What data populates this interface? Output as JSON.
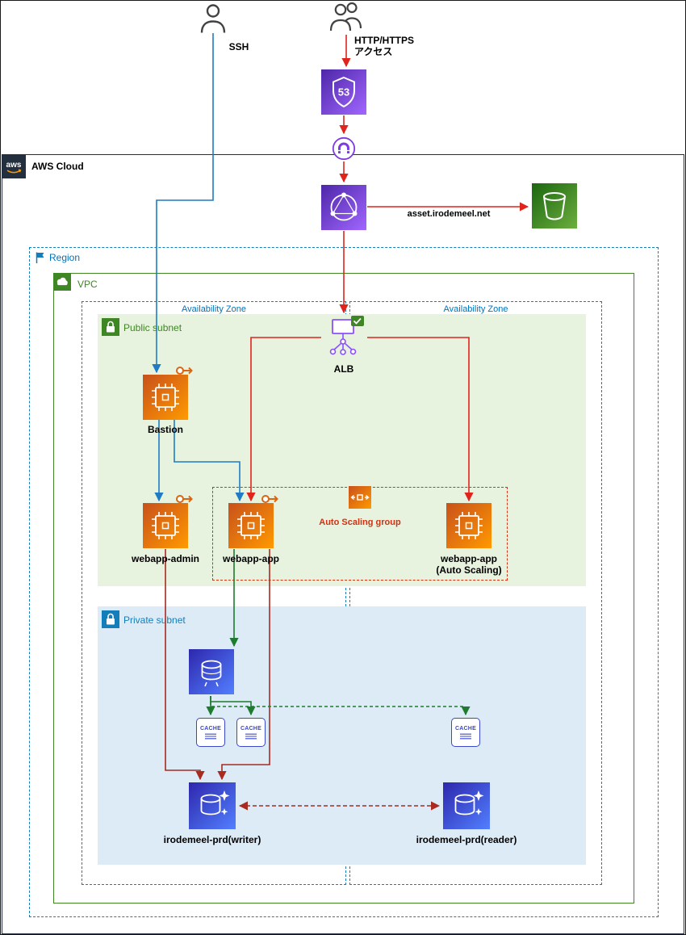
{
  "actors": {
    "ssh_user": {
      "label": "SSH"
    },
    "web_user": {
      "label_line1": "HTTP/HTTPS",
      "label_line2": "アクセス"
    }
  },
  "containers": {
    "aws_cloud": {
      "label": "AWS Cloud",
      "logo": "aws"
    },
    "region": {
      "label": "Region"
    },
    "vpc": {
      "label": "VPC"
    },
    "az_left": {
      "label": "Availability Zone"
    },
    "az_right": {
      "label": "Availability Zone"
    },
    "public_subnet": {
      "label": "Public subnet"
    },
    "private_subnet": {
      "label": "Private subnet"
    },
    "autoscaling_group": {
      "label": "Auto Scaling group"
    }
  },
  "nodes": {
    "route53": {
      "badge": "53"
    },
    "s3": {
      "label": "asset.irodemeel.net"
    },
    "alb": {
      "label": "ALB"
    },
    "bastion": {
      "label": "Bastion"
    },
    "webapp_admin": {
      "label": "webapp-admin"
    },
    "webapp_app": {
      "label": "webapp-app"
    },
    "webapp_app_autoscaling": {
      "label_line1": "webapp-app",
      "label_line2": "(Auto Scaling)"
    },
    "cache_nodes": [
      "CACHE",
      "CACHE",
      "CACHE"
    ],
    "db_writer": {
      "label": "irodemeel-prd(writer)"
    },
    "db_reader": {
      "label": "irodemeel-prd(reader)"
    }
  },
  "colors": {
    "ssh_flow": "#1F7CC4",
    "http_flow": "#E0241C",
    "db_flow": "#A82A20",
    "cache_flow": "#1E7B2F",
    "region_border": "#147EBA",
    "vpc_border": "#3F8624",
    "autoscaling_border": "#D13212",
    "public_subnet_bg": "#E7F2DF",
    "private_subnet_bg": "#DDEBF7",
    "ec2_gradient": [
      "#C8511B",
      "#FF9900"
    ],
    "network_gradient": [
      "#4D27A8",
      "#A166FF"
    ],
    "storage_gradient": [
      "#1B660F",
      "#6CAE3E"
    ],
    "database_gradient": [
      "#2E27AD",
      "#527FFF"
    ]
  }
}
